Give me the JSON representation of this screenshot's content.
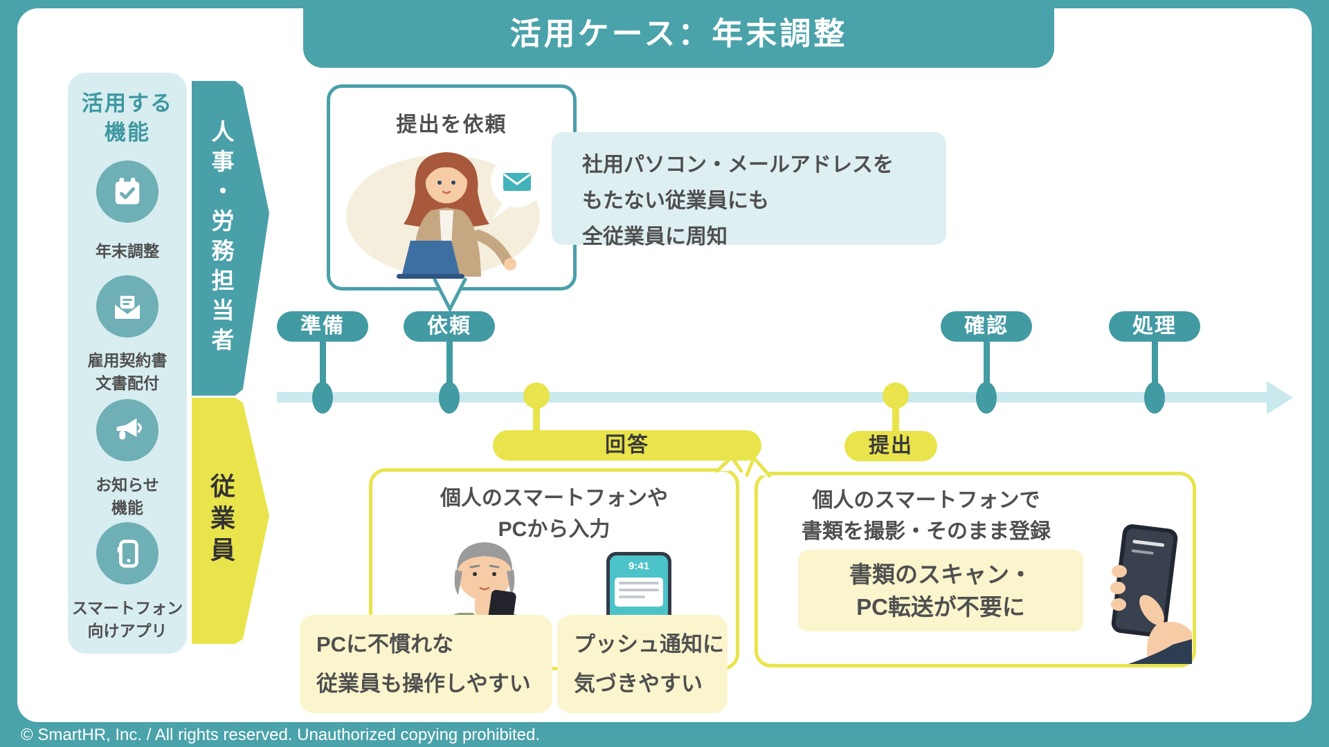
{
  "title": "活用ケース：年末調整",
  "sidebar": {
    "heading": "活用する\n機能",
    "features": [
      {
        "icon": "calendar-check-icon",
        "label": "年末調整"
      },
      {
        "icon": "envelope-open-icon",
        "label": "雇用契約書\n文書配付"
      },
      {
        "icon": "megaphone-icon",
        "label": "お知らせ\n機能"
      },
      {
        "icon": "smartphone-icon",
        "label": "スマートフォン\n向けアプリ"
      }
    ]
  },
  "lanes": {
    "hr": "人事・労務担当者",
    "employee": "従業員"
  },
  "timeline": {
    "hr_steps": [
      {
        "label": "準備"
      },
      {
        "label": "依頼"
      },
      {
        "label": "確認"
      },
      {
        "label": "処理"
      }
    ],
    "employee_steps": [
      {
        "label": "回答"
      },
      {
        "label": "提出"
      }
    ]
  },
  "callouts": {
    "request": {
      "title": "提出を依頼",
      "note": "社用パソコン・メールアドレスを\nもたない従業員にも\n全従業員に周知"
    },
    "answer": {
      "title": "個人のスマートフォンや\nPCから入力",
      "note_pc": "PCに不慣れな\n従業員も操作しやすい",
      "note_push": "プッシュ通知に\n気づきやすい"
    },
    "submit": {
      "title": "個人のスマートフォンで\n書類を撮影・そのまま登録",
      "note": "書類のスキャン・\nPC転送が不要に"
    }
  },
  "phone": {
    "status_time": "9:41"
  },
  "footer": "© SmartHR, Inc. / All rights reserved. Unauthorized copying prohibited.",
  "colors": {
    "frame_teal": "#4AA2AA",
    "band_teal": "#4AA0A9",
    "accent_teal": "#429AA3",
    "icon_circle_teal": "#6FAFB6",
    "sidebar_bg": "#D8EDF0",
    "timeline_bg": "#C9E9EE",
    "yellow": "#E9E44C",
    "pale_yellow": "#FAF5CD",
    "pale_blue": "#DEEFF2",
    "text_dark": "#4F4F4F"
  }
}
